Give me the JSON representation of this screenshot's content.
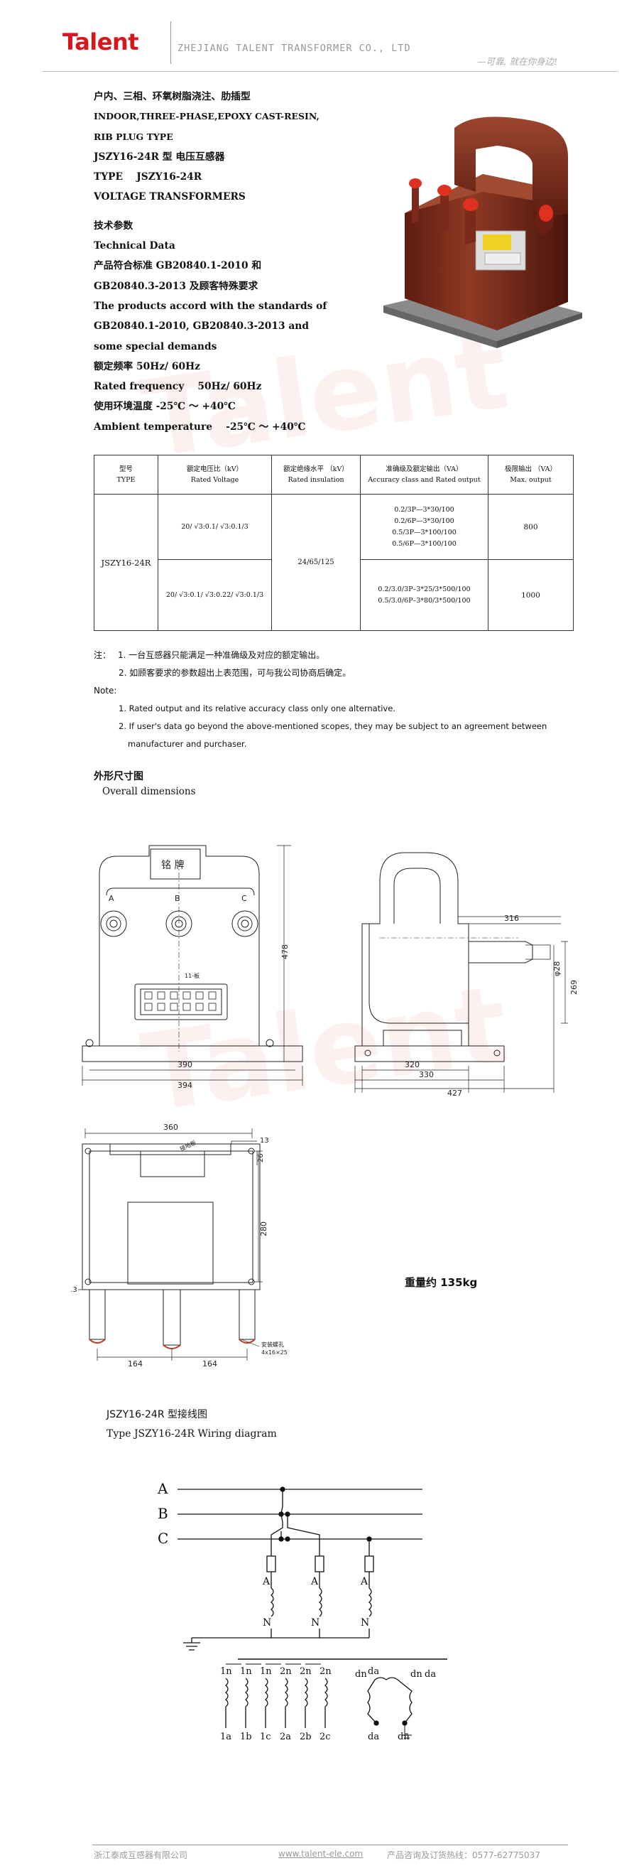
{
  "header": {
    "logo": "Talent",
    "company": "ZHEJIANG TALENT TRANSFORMER CO., LTD",
    "slogan": "—可靠, 就在你身边!"
  },
  "spec": {
    "l1": "户内、三相、环氧树脂浇注、肋插型",
    "l2": "INDOOR,THREE-PHASE,EPOXY CAST-RESIN,",
    "l3": "RIB PLUG TYPE",
    "l4": "JSZY16-24R 型 电压互感器",
    "l5": "TYPE    JSZY16-24R",
    "l6": "VOLTAGE TRANSFORMERS",
    "l7": "技术参数",
    "l8": "Technical Data",
    "l9": "产品符合标准 GB20840.1-2010 和",
    "l10": "GB20840.3-2013 及顾客特殊要求",
    "l11": "The products accord with the standards of",
    "l12": "GB20840.1-2010, GB20840.3-2013 and",
    "l13": "some special demands",
    "l14": "额定频率 50Hz/ 60Hz",
    "l15": "Rated frequency    50Hz/ 60Hz",
    "l16": "使用环境温度 -25℃ ～ +40℃",
    "l17": "Ambient temperature    -25℃ ～ +40℃"
  },
  "table": {
    "headers": [
      {
        "cn": "型号",
        "en": "TYPE"
      },
      {
        "cn": "额定电压比（kV）",
        "en": "Rated Voltage"
      },
      {
        "cn": "额定绝缘水平 （kV）",
        "en": "Rated insulation"
      },
      {
        "cn": "准确级及额定输出（VA）",
        "en": "Accuracy class and Rated output"
      },
      {
        "cn": "极限输出 （VA）",
        "en": "Max. output"
      }
    ],
    "type": "JSZY16-24R",
    "ratio1": "20/ √3:0.1/ √3:0.1/3",
    "ratio2": "20/ √3:0.1/ √3:0.22/ √3:0.1/3",
    "insulation": "24/65/125",
    "acc1": [
      "0.2/3P—3*30/100",
      "0.2/6P—3*30/100",
      "0.5/3P—3*100/100",
      "0.5/6P—3*100/100"
    ],
    "acc2": [
      "0.2/3.0/3P–3*25/3*500/100",
      "0.5/3.0/6P–3*80/3*500/100"
    ],
    "max1": "800",
    "max2": "1000"
  },
  "notes": {
    "cn_title": "注：",
    "cn1": "1. 一台互感器只能满足一种准确级及对应的额定输出。",
    "cn2": "2. 如顾客要求的参数超出上表范围，可与我公司协商后确定。",
    "en_title": "Note:",
    "en1": "1. Rated output and its relative accuracy class only one alternative.",
    "en2": "2. If user's data go beyond the above-mentioned scopes, they may be subject to an agreement between",
    "en2b": "manufacturer and purchaser."
  },
  "dims": {
    "title_cn": "外形尺寸图",
    "title_en": "Overall dimensions",
    "nameplate": "铭  牌",
    "phase_a": "A",
    "phase_b": "B",
    "phase_c": "C",
    "d478": "478",
    "d390": "390",
    "d394": "394",
    "d316": "316",
    "d28": "φ28",
    "d269": "269",
    "d320": "320",
    "d330": "330",
    "d427": "427",
    "d360": "360",
    "d13a": "13",
    "d26": "26",
    "d280": "280",
    "d13b": "13",
    "d164a": "164",
    "d164b": "164",
    "ground_label": "接地板",
    "terminal_label": "11-板",
    "hole_label": "安装螺孔",
    "hole_size": "4x16×25",
    "weight": "重量约 135kg"
  },
  "wiring": {
    "title_cn": "JSZY16-24R 型接线图",
    "title_en": "Type JSZY16-24R Wiring diagram",
    "lines": [
      "A",
      "B",
      "C"
    ],
    "prim_a": [
      "A",
      "A",
      "A"
    ],
    "prim_n": [
      "N",
      "N",
      "N"
    ],
    "sec_top": [
      "1n",
      "1n",
      "1n",
      "2n",
      "2n",
      "2n"
    ],
    "sec_bottom": [
      "1a",
      "1b",
      "1c",
      "2a",
      "2b",
      "2c"
    ],
    "open_delta": [
      "dn",
      "da",
      "dn",
      "da"
    ],
    "open_delta_bottom": [
      "da",
      "dn"
    ]
  },
  "footer": {
    "company": "浙江泰成互感器有限公司",
    "website": "www.talent-ele.com",
    "hotline": "产品咨询及订货热线：0577-62775037"
  }
}
